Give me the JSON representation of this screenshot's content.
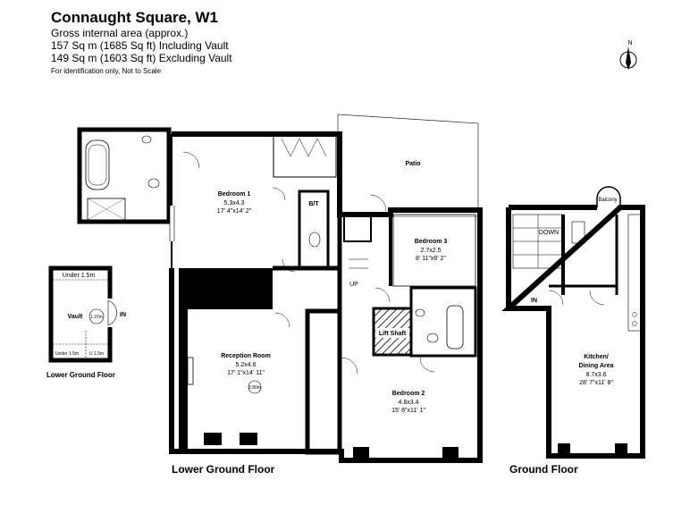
{
  "header": {
    "title": "Connaught Square, W1",
    "area_label": "Gross internal area (approx.)",
    "area_including": "157 Sq m (1685 Sq ft) Including Vault",
    "area_excluding": "149 Sq m (1603 Sq ft) Excluding Vault",
    "disclaimer": "For identification only, Not to Scale"
  },
  "compass": {
    "north": "N"
  },
  "floors": {
    "lower_ground": "Lower Ground Floor",
    "ground": "Ground Floor",
    "vault_floor": "Lower Ground Floor"
  },
  "rooms": {
    "bedroom1": {
      "name": "Bedroom 1",
      "metric": "5.3x4.3",
      "imperial": "17' 4\"x14' 2\""
    },
    "bedroom2": {
      "name": "Bedroom 2",
      "metric": "4.8x3.4",
      "imperial": "15' 8\"x11' 1\""
    },
    "bedroom3": {
      "name": "Bedroom 3",
      "metric": "2.7x2.5",
      "imperial": "8' 11\"x8' 2\""
    },
    "reception": {
      "name": "Reception Room",
      "metric": "5.2x4.6",
      "imperial": "17' 1\"x14' 11\"",
      "height": "2.80m"
    },
    "kitchen": {
      "name": "Kitchen/",
      "name2": "Dining Area",
      "metric": "8.7x3.6",
      "imperial": "28' 7\"x11' 8\""
    },
    "vault": {
      "name": "Vault",
      "height": "1.37m",
      "under_top": "Under 1.5m",
      "under_bl": "Under 1.5m",
      "under_br": "U 1.5m"
    }
  },
  "labels": {
    "patio": "Patio",
    "bt": "B/T",
    "up": "UP",
    "lift": "Lift Shaft",
    "down": "DOWN",
    "balcony": "Balcony",
    "in_vault": "IN",
    "in_ground": "IN"
  }
}
